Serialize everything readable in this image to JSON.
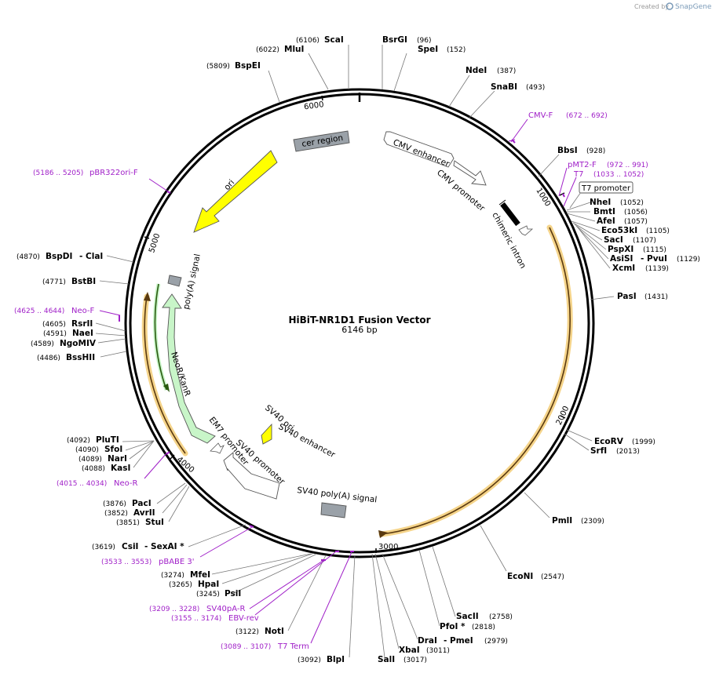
{
  "credit": {
    "prefix": "Created by",
    "brand": "SnapGene"
  },
  "map": {
    "name": "HiBiT-NR1D1 Fusion Vector",
    "size": "6146 bp",
    "total_bp": 6146,
    "ticks": [
      "1000",
      "2000",
      "3000",
      "4000",
      "5000",
      "6000"
    ]
  },
  "colors": {
    "backbone": "#000000",
    "ori": "#ffff00",
    "neo": "#c8f5c8",
    "feature_gray": "#9aa1a8",
    "orf_orange": "#e39a2a",
    "orf_glow": "#f5d48a",
    "primer": "#a020c8"
  },
  "features": [
    {
      "label": "CMV enhancer",
      "type": "arrow",
      "start": 235,
      "end": 614,
      "color": "#ffffff"
    },
    {
      "label": "CMV promoter",
      "type": "arrow",
      "start": 615,
      "end": 818,
      "color": "#ffffff"
    },
    {
      "label": "chimeric intron",
      "type": "bar",
      "start": 843,
      "end": 975,
      "color": "#000000"
    },
    {
      "label": "T7 promoter",
      "type": "arrow",
      "start": 1033,
      "end": 1051,
      "color": "#ffffff"
    },
    {
      "label": "SV40 poly(A) signal",
      "type": "box",
      "start": 3250,
      "end": 3370,
      "color": "#9aa1a8"
    },
    {
      "label": "SV40 promoter",
      "type": "arrow",
      "start": 3420,
      "end": 3750,
      "color": "#ffffff"
    },
    {
      "label": "SV40 ori",
      "type": "box",
      "start": 3600,
      "end": 3735,
      "color": "#ffff00"
    },
    {
      "label": "SV40 enhancer",
      "type": "label",
      "start": 3560,
      "end": 3600,
      "color": "#ffffff"
    },
    {
      "label": "EM7 promoter",
      "type": "arrow",
      "start": 3850,
      "end": 3900,
      "color": "#ffffff"
    },
    {
      "label": "NeoR/KanR",
      "type": "arrow",
      "start": 3950,
      "end": 4740,
      "color": "#c8f5c8"
    },
    {
      "label": "poly(A) signal",
      "type": "box",
      "start": 4850,
      "end": 4900,
      "color": "#9aa1a8"
    },
    {
      "label": "ori",
      "type": "arrow",
      "start": 5060,
      "end": 5650,
      "color": "#ffff00"
    },
    {
      "label": "cer region",
      "type": "box",
      "start": 5870,
      "end": 6080,
      "color": "#9aa1a8"
    }
  ],
  "enzymes": [
    {
      "name": "ScaI",
      "pos": "(6106)"
    },
    {
      "name": "MluI",
      "pos": "(6022)"
    },
    {
      "name": "BspEI",
      "pos": "(5809)"
    },
    {
      "name": "BsrGI",
      "pos": "(96)"
    },
    {
      "name": "SpeI",
      "pos": "(152)"
    },
    {
      "name": "NdeI",
      "pos": "(387)"
    },
    {
      "name": "SnaBI",
      "pos": "(493)"
    },
    {
      "name": "BbsI",
      "pos": "(928)"
    },
    {
      "name": "NheI",
      "pos": "(1052)"
    },
    {
      "name": "BmtI",
      "pos": "(1056)"
    },
    {
      "name": "AfeI",
      "pos": "(1057)"
    },
    {
      "name": "Eco53kI",
      "pos": "(1105)"
    },
    {
      "name": "SacI",
      "pos": "(1107)"
    },
    {
      "name": "PspXI",
      "pos": "(1115)"
    },
    {
      "name": "AsiSI",
      "pos": "(1129)",
      "extra": "- PvuI"
    },
    {
      "name": "XcmI",
      "pos": "(1139)"
    },
    {
      "name": "PasI",
      "pos": "(1431)"
    },
    {
      "name": "EcoRV",
      "pos": "(1999)"
    },
    {
      "name": "SrfI",
      "pos": "(2013)"
    },
    {
      "name": "PmlI",
      "pos": "(2309)"
    },
    {
      "name": "EcoNI",
      "pos": "(2547)"
    },
    {
      "name": "SacII",
      "pos": "(2758)"
    },
    {
      "name": "PfoI *",
      "pos": "(2818)"
    },
    {
      "name": "DraI",
      "pos": "(2979)",
      "extra": "- PmeI"
    },
    {
      "name": "XbaI",
      "pos": "(3011)"
    },
    {
      "name": "SalI",
      "pos": "(3017)"
    },
    {
      "name": "BlpI",
      "pos": "(3092)"
    },
    {
      "name": "NotI",
      "pos": "(3122)"
    },
    {
      "name": "PsiI",
      "pos": "(3245)"
    },
    {
      "name": "HpaI",
      "pos": "(3265)"
    },
    {
      "name": "MfeI",
      "pos": "(3274)"
    },
    {
      "name": "CsiI",
      "pos": "(3619)",
      "extra": "- SexAI *"
    },
    {
      "name": "StuI",
      "pos": "(3851)"
    },
    {
      "name": "AvrII",
      "pos": "(3852)"
    },
    {
      "name": "PacI",
      "pos": "(3876)"
    },
    {
      "name": "KasI",
      "pos": "(4088)"
    },
    {
      "name": "NarI",
      "pos": "(4089)"
    },
    {
      "name": "SfoI",
      "pos": "(4090)"
    },
    {
      "name": "PluTI",
      "pos": "(4092)"
    },
    {
      "name": "BssHII",
      "pos": "(4486)"
    },
    {
      "name": "NgoMIV",
      "pos": "(4589)"
    },
    {
      "name": "NaeI",
      "pos": "(4591)"
    },
    {
      "name": "RsrII",
      "pos": "(4605)"
    },
    {
      "name": "BstBI",
      "pos": "(4771)"
    },
    {
      "name": "BspDI",
      "pos": "(4870)",
      "extra": "- ClaI"
    }
  ],
  "primers": [
    {
      "name": "CMV-F",
      "range": "(672 .. 692)"
    },
    {
      "name": "pMT2-F",
      "range": "(972 .. 991)"
    },
    {
      "name": "T7",
      "range": "(1033 .. 1052)"
    },
    {
      "name": "pBR322ori-F",
      "range": "(5186 .. 5205)"
    },
    {
      "name": "Neo-F",
      "range": "(4625 .. 4644)"
    },
    {
      "name": "Neo-R",
      "range": "(4015 .. 4034)"
    },
    {
      "name": "pBABE 3'",
      "range": "(3533 .. 3553)"
    },
    {
      "name": "SV40pA-R",
      "range": "(3209 .. 3228)"
    },
    {
      "name": "EBV-rev",
      "range": "(3155 .. 3174)"
    },
    {
      "name": "T7 Term",
      "range": "(3089 .. 3107)"
    }
  ]
}
